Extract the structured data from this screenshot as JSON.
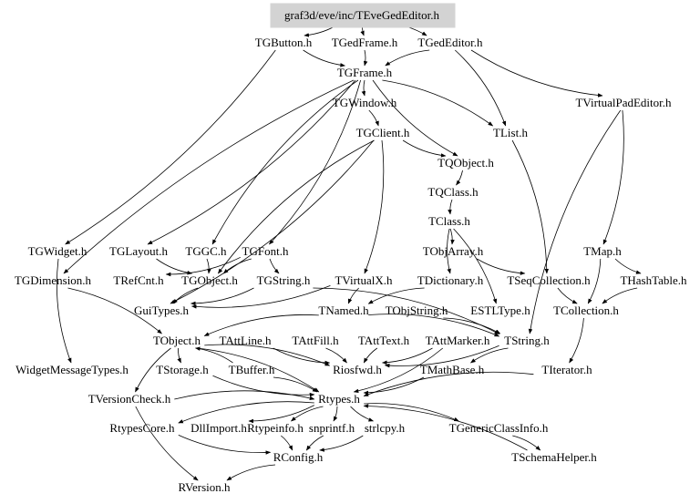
{
  "title": "graf3d/eve/inc/TEveGedEditor.h include dependency graph",
  "root": "graf3d/eve/inc/TEveGedEditor.h",
  "nodes": [
    {
      "id": "root",
      "label": "graf3d/eve/inc/TEveGedEditor.h"
    },
    {
      "id": "TGButton",
      "label": "TGButton.h"
    },
    {
      "id": "TGedFrame",
      "label": "TGedFrame.h"
    },
    {
      "id": "TGedEditor",
      "label": "TGedEditor.h"
    },
    {
      "id": "TGFrame",
      "label": "TGFrame.h"
    },
    {
      "id": "TGWindow",
      "label": "TGWindow.h"
    },
    {
      "id": "TVirtualPadEditor",
      "label": "TVirtualPadEditor.h"
    },
    {
      "id": "TGClient",
      "label": "TGClient.h"
    },
    {
      "id": "TList",
      "label": "TList.h"
    },
    {
      "id": "TQObject",
      "label": "TQObject.h"
    },
    {
      "id": "TQClass",
      "label": "TQClass.h"
    },
    {
      "id": "TClass",
      "label": "TClass.h"
    },
    {
      "id": "TGWidget",
      "label": "TGWidget.h"
    },
    {
      "id": "TGLayout",
      "label": "TGLayout.h"
    },
    {
      "id": "TGGC",
      "label": "TGGC.h"
    },
    {
      "id": "TGFont",
      "label": "TGFont.h"
    },
    {
      "id": "TObjArray",
      "label": "TObjArray.h"
    },
    {
      "id": "TMap",
      "label": "TMap.h"
    },
    {
      "id": "TGDimension",
      "label": "TGDimension.h"
    },
    {
      "id": "TRefCnt",
      "label": "TRefCnt.h"
    },
    {
      "id": "TGObject",
      "label": "TGObject.h"
    },
    {
      "id": "TGString",
      "label": "TGString.h"
    },
    {
      "id": "TVirtualX",
      "label": "TVirtualX.h"
    },
    {
      "id": "TDictionary",
      "label": "TDictionary.h"
    },
    {
      "id": "TSeqCollection",
      "label": "TSeqCollection.h"
    },
    {
      "id": "THashTable",
      "label": "THashTable.h"
    },
    {
      "id": "GuiTypes",
      "label": "GuiTypes.h"
    },
    {
      "id": "TNamed",
      "label": "TNamed.h"
    },
    {
      "id": "TObjString",
      "label": "TObjString.h"
    },
    {
      "id": "ESTLType",
      "label": "ESTLType.h"
    },
    {
      "id": "TCollection",
      "label": "TCollection.h"
    },
    {
      "id": "TObject",
      "label": "TObject.h"
    },
    {
      "id": "TAttLine",
      "label": "TAttLine.h"
    },
    {
      "id": "TAttFill",
      "label": "TAttFill.h"
    },
    {
      "id": "TAttText",
      "label": "TAttText.h"
    },
    {
      "id": "TAttMarker",
      "label": "TAttMarker.h"
    },
    {
      "id": "TString",
      "label": "TString.h"
    },
    {
      "id": "WidgetMessageTypes",
      "label": "WidgetMessageTypes.h"
    },
    {
      "id": "TStorage",
      "label": "TStorage.h"
    },
    {
      "id": "TBuffer",
      "label": "TBuffer.h"
    },
    {
      "id": "Riosfwd",
      "label": "Riosfwd.h"
    },
    {
      "id": "TMathBase",
      "label": "TMathBase.h"
    },
    {
      "id": "TIterator",
      "label": "TIterator.h"
    },
    {
      "id": "TVersionCheck",
      "label": "TVersionCheck.h"
    },
    {
      "id": "Rtypes",
      "label": "Rtypes.h"
    },
    {
      "id": "RtypesCore",
      "label": "RtypesCore.h"
    },
    {
      "id": "DllImport",
      "label": "DllImport.h"
    },
    {
      "id": "Rtypeinfo",
      "label": "Rtypeinfo.h"
    },
    {
      "id": "snprintf",
      "label": "snprintf.h"
    },
    {
      "id": "strlcpy",
      "label": "strlcpy.h"
    },
    {
      "id": "TGenericClassInfo",
      "label": "TGenericClassInfo.h"
    },
    {
      "id": "TSchemaHelper",
      "label": "TSchemaHelper.h"
    },
    {
      "id": "RConfig",
      "label": "RConfig.h"
    },
    {
      "id": "RVersion",
      "label": "RVersion.h"
    }
  ],
  "edges": [
    [
      "root",
      "TGButton"
    ],
    [
      "root",
      "TGedFrame"
    ],
    [
      "root",
      "TGedEditor"
    ],
    [
      "TGButton",
      "TGFrame"
    ],
    [
      "TGedFrame",
      "TGFrame"
    ],
    [
      "TGedEditor",
      "TGFrame"
    ],
    [
      "TGButton",
      "TGWidget"
    ],
    [
      "TGedEditor",
      "TVirtualPadEditor"
    ],
    [
      "TGedEditor",
      "TList"
    ],
    [
      "TGFrame",
      "TGWindow"
    ],
    [
      "TGFrame",
      "TList"
    ],
    [
      "TGFrame",
      "TQObject"
    ],
    [
      "TGWindow",
      "TGClient"
    ],
    [
      "TGClient",
      "TQObject"
    ],
    [
      "TQObject",
      "TQClass"
    ],
    [
      "TQClass",
      "TClass"
    ],
    [
      "TClass",
      "TObjArray"
    ],
    [
      "TClass",
      "TDictionary"
    ],
    [
      "TClass",
      "ESTLType"
    ],
    [
      "TObjArray",
      "TSeqCollection"
    ],
    [
      "TList",
      "TSeqCollection"
    ],
    [
      "TSeqCollection",
      "TCollection"
    ],
    [
      "TVirtualPadEditor",
      "TMap"
    ],
    [
      "TMap",
      "THashTable"
    ],
    [
      "TMap",
      "TCollection"
    ],
    [
      "THashTable",
      "TCollection"
    ],
    [
      "TCollection",
      "TIterator"
    ],
    [
      "TVirtualPadEditor",
      "TString"
    ],
    [
      "TGFrame",
      "TGLayout"
    ],
    [
      "TGFrame",
      "TGGC"
    ],
    [
      "TGFrame",
      "TGFont"
    ],
    [
      "TGFrame",
      "TGDimension"
    ],
    [
      "TGClient",
      "TVirtualX"
    ],
    [
      "TGClient",
      "TGObject"
    ],
    [
      "TGClient",
      "GuiTypes"
    ],
    [
      "TGLayout",
      "TGObject"
    ],
    [
      "TGGC",
      "TGObject"
    ],
    [
      "TGFont",
      "TGObject"
    ],
    [
      "TGFont",
      "TRefCnt"
    ],
    [
      "TGFont",
      "TGString"
    ],
    [
      "TGString",
      "GuiTypes"
    ],
    [
      "TGObject",
      "GuiTypes"
    ],
    [
      "TGString",
      "TString"
    ],
    [
      "TVirtualX",
      "TNamed"
    ],
    [
      "TVirtualX",
      "GuiTypes"
    ],
    [
      "TDictionary",
      "TNamed"
    ],
    [
      "TObjString",
      "TString"
    ],
    [
      "TNamed",
      "TObject"
    ],
    [
      "TNamed",
      "TString"
    ],
    [
      "TGWidget",
      "WidgetMessageTypes"
    ],
    [
      "TGDimension",
      "TObject"
    ],
    [
      "TObject",
      "TStorage"
    ],
    [
      "TObject",
      "Riosfwd"
    ],
    [
      "TObject",
      "TVersionCheck"
    ],
    [
      "TObject",
      "Rtypes"
    ],
    [
      "TAttLine",
      "Riosfwd"
    ],
    [
      "TAttFill",
      "Riosfwd"
    ],
    [
      "TAttText",
      "Riosfwd"
    ],
    [
      "TAttMarker",
      "Riosfwd"
    ],
    [
      "TString",
      "TMathBase"
    ],
    [
      "TString",
      "Riosfwd"
    ],
    [
      "TStorage",
      "Rtypes"
    ],
    [
      "TBuffer",
      "Rtypes"
    ],
    [
      "TBuffer",
      "TObject"
    ],
    [
      "TMathBase",
      "Rtypes"
    ],
    [
      "TIterator",
      "Rtypes"
    ],
    [
      "TVersionCheck",
      "Rtypes"
    ],
    [
      "TVersionCheck",
      "RVersion"
    ],
    [
      "TAttMarker",
      "Rtypes"
    ],
    [
      "Rtypes",
      "RtypesCore"
    ],
    [
      "Rtypes",
      "DllImport"
    ],
    [
      "Rtypes",
      "Rtypeinfo"
    ],
    [
      "Rtypes",
      "snprintf"
    ],
    [
      "Rtypes",
      "strlcpy"
    ],
    [
      "Rtypes",
      "TGenericClassInfo"
    ],
    [
      "TSchemaHelper",
      "Rtypes"
    ],
    [
      "TGenericClassInfo",
      "TSchemaHelper"
    ],
    [
      "RtypesCore",
      "RConfig"
    ],
    [
      "Rtypeinfo",
      "RConfig"
    ],
    [
      "snprintf",
      "RConfig"
    ],
    [
      "strlcpy",
      "RConfig"
    ],
    [
      "RConfig",
      "RVersion"
    ]
  ]
}
